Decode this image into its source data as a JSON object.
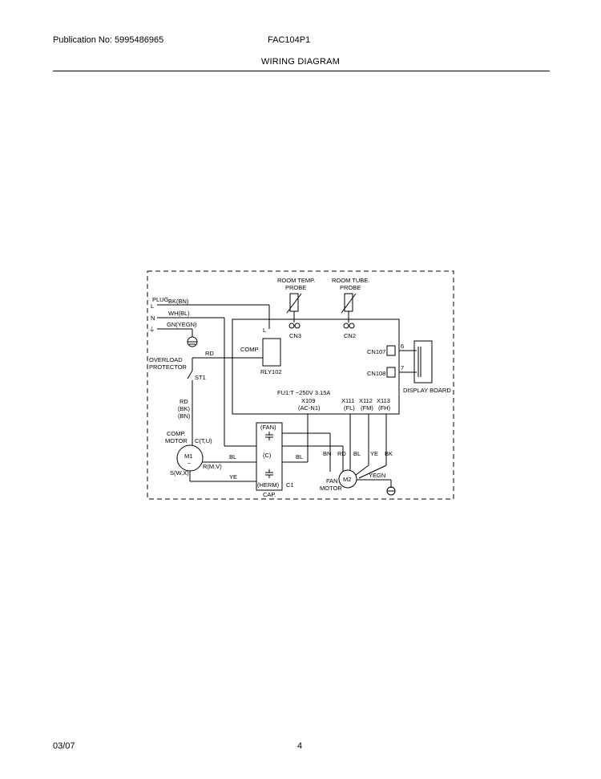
{
  "header": {
    "publication": "Publication No: 5995486965",
    "model": "FAC104P1",
    "title": "WIRING DIAGRAM"
  },
  "footer": {
    "date": "03/07",
    "page": "4"
  },
  "diagram": {
    "plug": "PLUG",
    "terminal_l": "L",
    "terminal_n": "N",
    "terminal_ground": "⏚",
    "wire_bk_bn": "BK(BN)",
    "wire_wh_bl": "WH(BL)",
    "wire_gn_yegn": "GN(YEGN)",
    "overload_protector_1": "OVERLOAD",
    "overload_protector_2": "PROTECTOR",
    "st1": "ST1",
    "rd_top": "RD",
    "rd_side": "RD",
    "bk_side": "(BK)",
    "bn_side": "(BN)",
    "comp_motor_1": "COMP.",
    "comp_motor_2": "MOTOR",
    "m1": "M1",
    "m1_tilde": "~",
    "c_tu": "C(T,U)",
    "r_mv": "R(M,V)",
    "s_wx": "S(W,X)",
    "bl_left": "BL",
    "ye_left": "YE",
    "room_temp_1": "ROOM TEMP.",
    "room_temp_2": "PROBE",
    "room_tube_1": "ROOM TUBE.",
    "room_tube_2": "PROBE",
    "cn3": "CN3",
    "cn2": "CN2",
    "l_board": "L",
    "comp_label": "COMP",
    "rly102": "RLY102",
    "fuse": "FU1:T ~250V 3.15A",
    "x109": "X109",
    "acn1": "(AC-N1)",
    "x111": "X111",
    "fl": "(FL)",
    "x112": "X112",
    "fm": "(FM)",
    "x113": "X113",
    "fh": "(FH)",
    "cn107": "CN107",
    "cn108": "CN108",
    "pin6": "6",
    "pin7": "7",
    "display_board": "DISPLAY BOARD",
    "cap_fan": "(FAN)",
    "cap_c": "(C)",
    "cap_herm": "(HERM)",
    "cap_label": "CAP.",
    "c1": "C1",
    "bl_cap": "BL",
    "bn_fan": "BN",
    "rd_fan": "RD",
    "bl_fan": "BL",
    "ye_fan": "YE",
    "bk_fan": "BK",
    "m2": "M2",
    "fan_motor_1": "FAN",
    "fan_motor_2": "MOTOR",
    "yegn": "YEGN"
  }
}
